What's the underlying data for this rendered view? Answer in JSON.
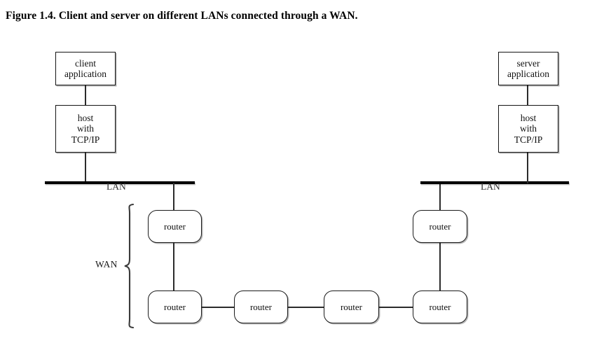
{
  "figure": {
    "title": "Figure 1.4. Client and server on different LANs connected through a WAN."
  },
  "diagram": {
    "client_application": {
      "line1": "client",
      "line2": "application"
    },
    "client_host": {
      "line1": "host",
      "line2": "with",
      "line3": "TCP/IP"
    },
    "server_application": {
      "line1": "server",
      "line2": "application"
    },
    "server_host": {
      "line1": "host",
      "line2": "with",
      "line3": "TCP/IP"
    },
    "left_lan_label": "LAN",
    "right_lan_label": "LAN",
    "wan_label": "WAN",
    "routers": {
      "left_top": "router",
      "left_bottom": "router",
      "middle_left": "router",
      "middle_right": "router",
      "right_bottom": "router",
      "right_top": "router"
    }
  },
  "colors": {
    "stroke": "#141414",
    "bus": "#000000",
    "background": "#ffffff"
  }
}
